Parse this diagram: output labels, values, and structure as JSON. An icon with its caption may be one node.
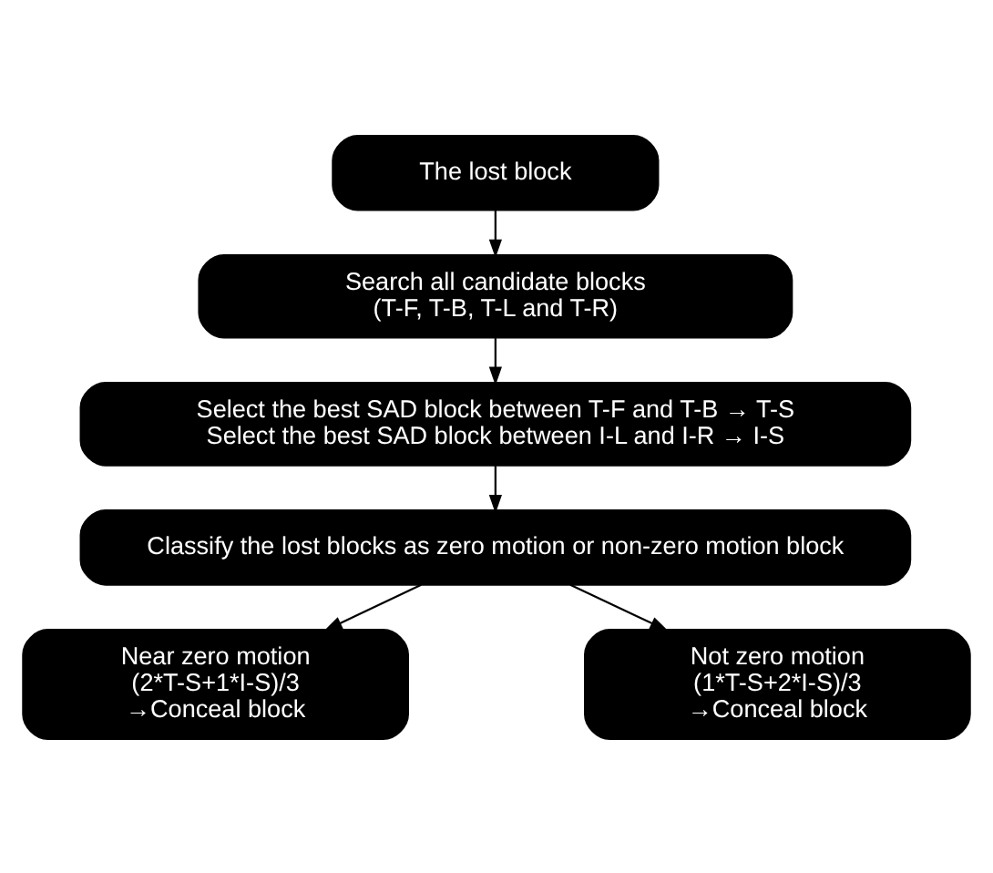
{
  "diagram": {
    "nodes": [
      {
        "text": [
          "The lost block"
        ]
      },
      {
        "text": [
          "Search all candidate blocks",
          "(T-F, T-B, T-L and T-R)"
        ]
      },
      {
        "text": [
          "Select the best SAD block between T-F and T-B → T-S",
          "Select the best SAD block between I-L and I-R → I-S"
        ]
      },
      {
        "text": [
          "Classify the lost blocks as zero motion or non-zero motion block"
        ]
      },
      {
        "text": [
          "Near zero motion",
          "(2*T-S+1*I-S)/3",
          "→Conceal block"
        ]
      },
      {
        "text": [
          "Not zero motion",
          "(1*T-S+2*I-S)/3",
          "→Conceal block"
        ]
      }
    ],
    "edges": [
      {
        "from": 0,
        "to": 1,
        "arrow": "to"
      },
      {
        "from": 1,
        "to": 2,
        "arrow": "to"
      },
      {
        "from": 2,
        "to": 3,
        "arrow": "to"
      },
      {
        "from": 3,
        "to": 4,
        "arrow": "to"
      },
      {
        "from": 3,
        "to": 5,
        "arrow": "to"
      }
    ]
  }
}
